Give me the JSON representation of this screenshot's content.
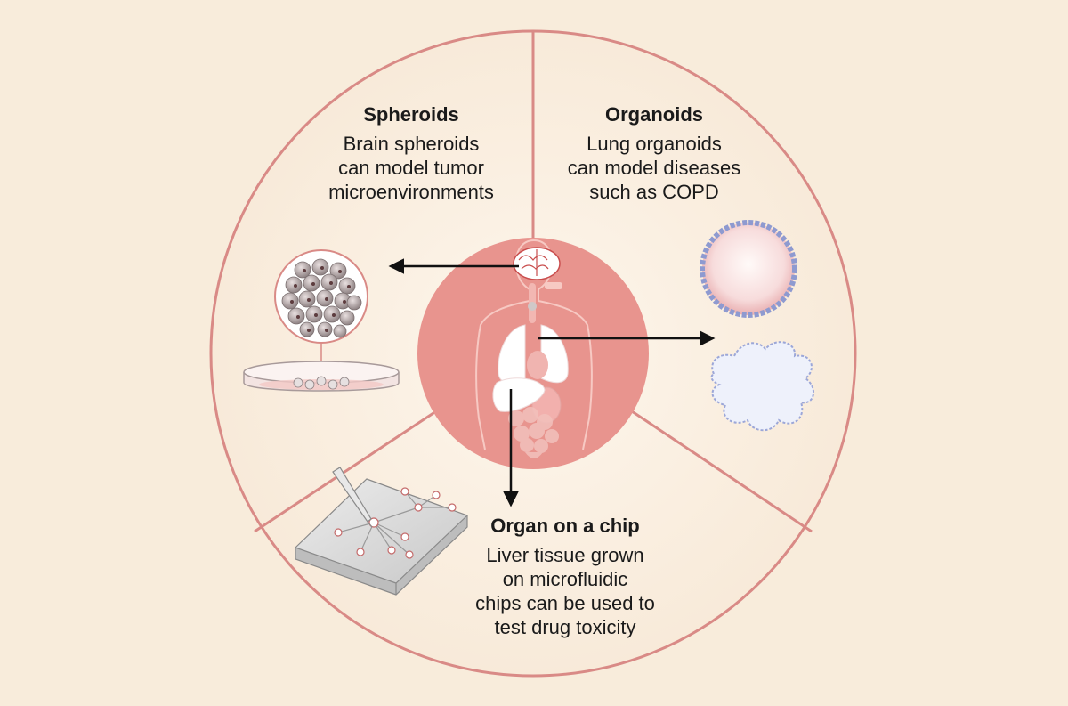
{
  "sections": {
    "spheroids": {
      "title": "Spheroids",
      "lines": [
        "Brain spheroids",
        "can model tumor",
        "microenvironments"
      ]
    },
    "organoids": {
      "title": "Organoids",
      "lines": [
        "Lung organoids",
        "can model diseases",
        "such as COPD"
      ]
    },
    "chip": {
      "title": "Organ on a chip",
      "lines": [
        "Liver tissue grown",
        "on microfluidic",
        "chips can be used to",
        "test drug toxicity"
      ]
    }
  },
  "colors": {
    "background": "#f8ecdb",
    "wheel_fill": "#fbf3e8",
    "ring": "#d98a86",
    "center_disc": "#e8948e",
    "organ_white": "#ffffff",
    "arrow": "#111111"
  },
  "icons": [
    "brain-icon",
    "lungs-icon",
    "liver-icon",
    "stomach-icon",
    "intestine-icon",
    "body-silhouette-icon",
    "cell-cluster-icon",
    "petri-dish-icon",
    "organoid-sphere-icon",
    "organoid-blob-icon",
    "microfluidic-chip-icon",
    "pipette-icon"
  ]
}
